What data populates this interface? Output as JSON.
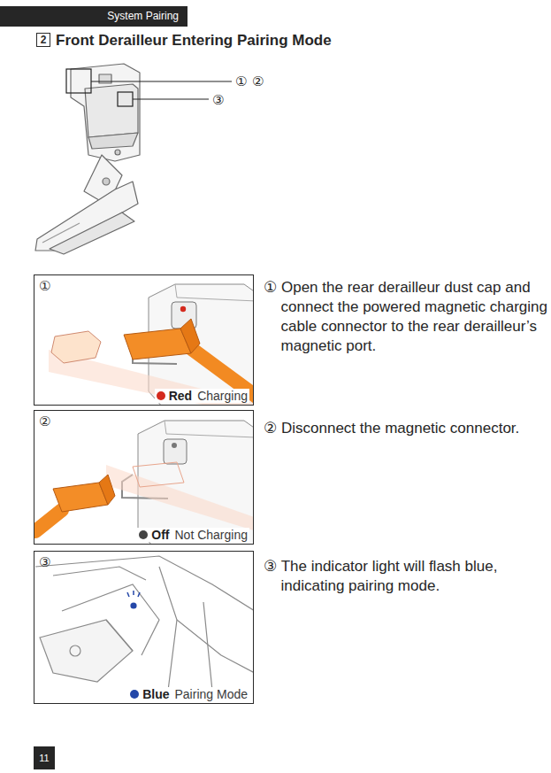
{
  "diagram": {
    "title": "Front Derailleur Entering Pairing Mode",
    "nodes": [
      {
        "text": [
          "System Pairing"
        ]
      },
      {
        "text": [
          "2"
        ]
      },
      {
        "text": [
          "①",
          "Red",
          "Charging"
        ]
      },
      {
        "text": [
          "②",
          "Off",
          "Not Charging"
        ]
      },
      {
        "text": [
          "③",
          "Blue",
          "Pairing Mode"
        ]
      },
      {
        "text": [
          "11"
        ]
      }
    ],
    "labels": [
      "①",
      "②",
      "③",
      "① Open the rear derailleur dust cap and connect the powered magnetic charging cable connector to the rear derailleur’s magnetic port.",
      "② Disconnect the magnetic connector.",
      "③ The indicator light will flash blue, indicating pairing mode."
    ]
  }
}
